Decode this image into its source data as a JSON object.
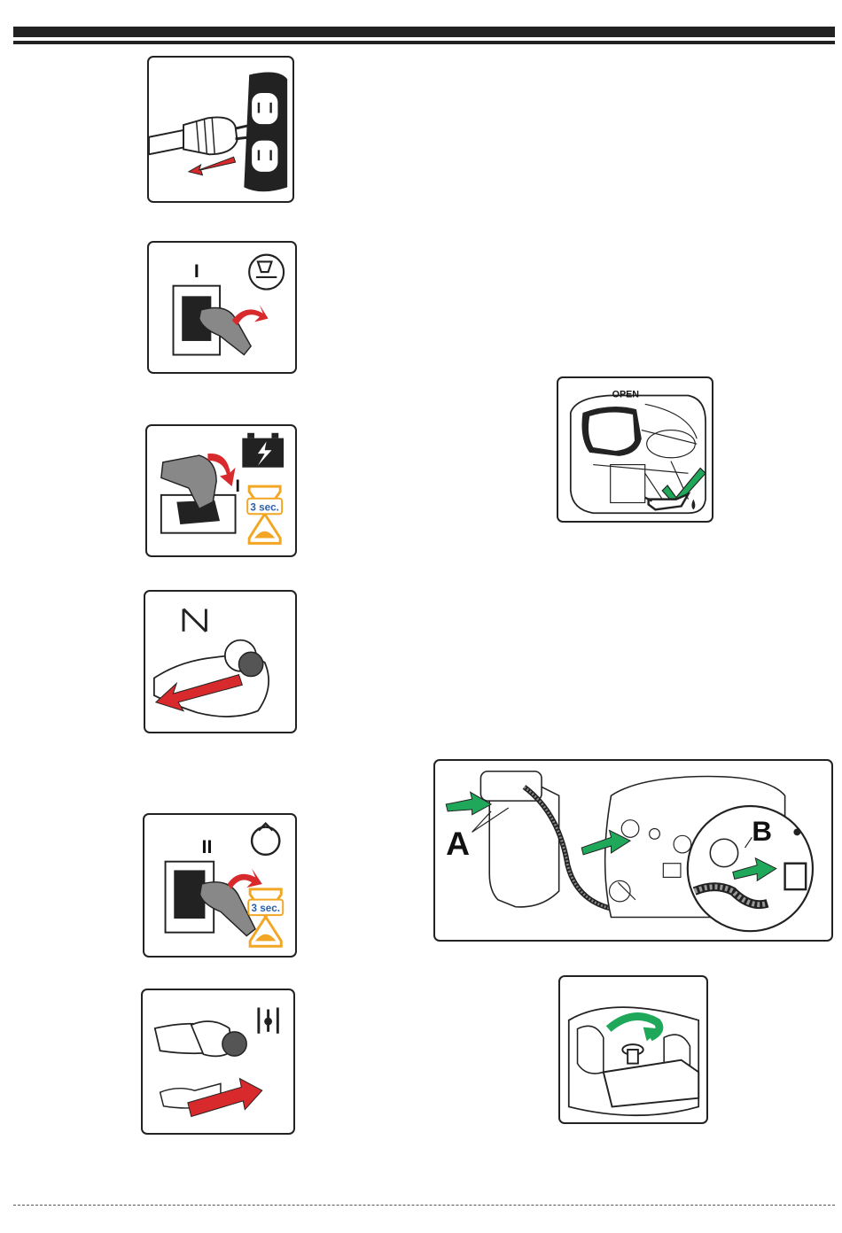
{
  "header": {
    "bar_color": "#222222"
  },
  "panels": {
    "unplug": {
      "icon": "unplug-cord-icon"
    },
    "switch_on": {
      "mark": "I",
      "icon": "lamp-icon"
    },
    "battery_start": {
      "mark": "I",
      "timer": "3 sec.",
      "icon": "battery-icon"
    },
    "choke": {
      "icon": "choke-icon"
    },
    "oil_check": {
      "open_label": "OPEN",
      "icon": "oil-can-icon"
    },
    "lpg_connect": {
      "label_a": "A",
      "label_b": "B"
    },
    "switch_off": {
      "mark": "II",
      "timer": "3 sec.",
      "icon": "restart-icon"
    },
    "choke_in": {
      "icon": "choke-open-icon"
    },
    "tank_valve": {
      "icon": "valve-turn-icon"
    }
  },
  "colors": {
    "arrow_red": "#d8292c",
    "arrow_green": "#1fa85a",
    "timer_gold": "#f2a623"
  }
}
